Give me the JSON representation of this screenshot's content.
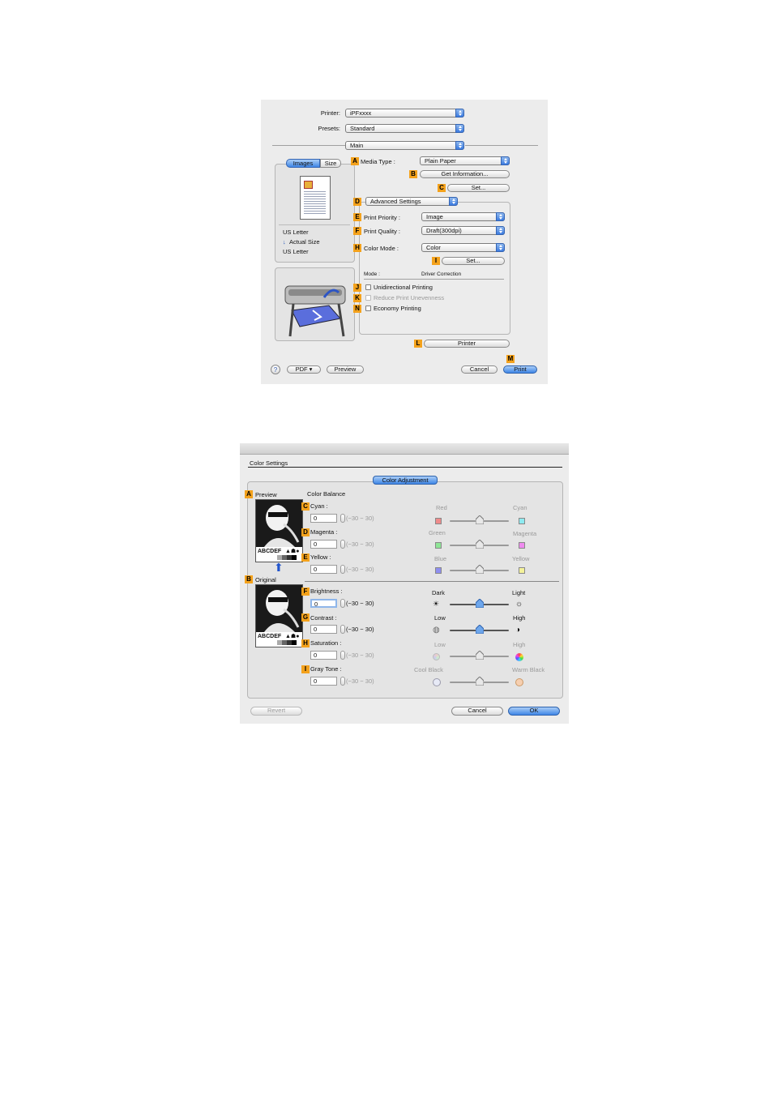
{
  "print_dialog": {
    "printer_label": "Printer:",
    "printer_value": "iPFxxxx",
    "presets_label": "Presets:",
    "presets_value": "Standard",
    "panel_value": "Main",
    "tab_images": "Images",
    "tab_size": "Size",
    "paper_line1": "US Letter",
    "paper_line2": "Actual Size",
    "paper_line3": "US Letter",
    "media_type_label": "Media Type :",
    "media_type_value": "Plain Paper",
    "get_info_button": "Get Information...",
    "set_button_c": "Set...",
    "advanced_settings": "Advanced Settings",
    "print_priority_label": "Print Priority :",
    "print_priority_value": "Image",
    "print_quality_label": "Print Quality :",
    "print_quality_value": "Draft(300dpi)",
    "color_mode_label": "Color Mode :",
    "color_mode_value": "Color",
    "set_button_i": "Set...",
    "mode_label": "Mode :",
    "mode_value": "Driver Correction",
    "unidirectional": "Unidirectional Printing",
    "reduce_unevenness": "Reduce Print Unevenness",
    "economy": "Economy Printing",
    "printer_button": "Printer",
    "help_button": "?",
    "pdf_button": "PDF ▾",
    "preview_button": "Preview",
    "cancel_button": "Cancel",
    "print_button": "Print",
    "tags": {
      "A": "A",
      "B": "B",
      "C": "C",
      "D": "D",
      "E": "E",
      "F": "F",
      "H": "H",
      "I": "I",
      "J": "J",
      "K": "K",
      "N": "N",
      "L": "L",
      "M": "M"
    }
  },
  "color_dialog": {
    "title": "Color Settings",
    "tab": "Color Adjustment",
    "preview_label": "Preview",
    "original_label": "Original",
    "color_balance": "Color Balance",
    "abc_text": "ABCDEF",
    "range": "(−30 − 30)",
    "cyan_label": "Cyan :",
    "cyan_value": "0",
    "magenta_label": "Magenta :",
    "magenta_value": "0",
    "yellow_label": "Yellow :",
    "yellow_value": "0",
    "brightness_label": "Brightness :",
    "brightness_value": "0",
    "contrast_label": "Contrast :",
    "contrast_value": "0",
    "saturation_label": "Saturation :",
    "saturation_value": "0",
    "graytone_label": "Gray Tone :",
    "graytone_value": "0",
    "red": "Red",
    "cyan": "Cyan",
    "green": "Green",
    "magenta": "Magenta",
    "blue": "Blue",
    "yellow": "Yellow",
    "dark": "Dark",
    "light": "Light",
    "low_c": "Low",
    "high_c": "High",
    "low_s": "Low",
    "high_s": "High",
    "cool_black": "Cool Black",
    "warm_black": "Warm Black",
    "revert_button": "Revert",
    "cancel_button": "Cancel",
    "ok_button": "OK",
    "tags": {
      "A": "A",
      "B": "B",
      "C": "C",
      "D": "D",
      "E": "E",
      "F": "F",
      "G": "G",
      "H": "H",
      "I": "I"
    },
    "slider_levels": {
      "cyan": 0,
      "magenta": 0,
      "yellow": 0,
      "brightness": 0,
      "contrast": 0,
      "saturation": 0,
      "gray_tone": 0
    }
  }
}
